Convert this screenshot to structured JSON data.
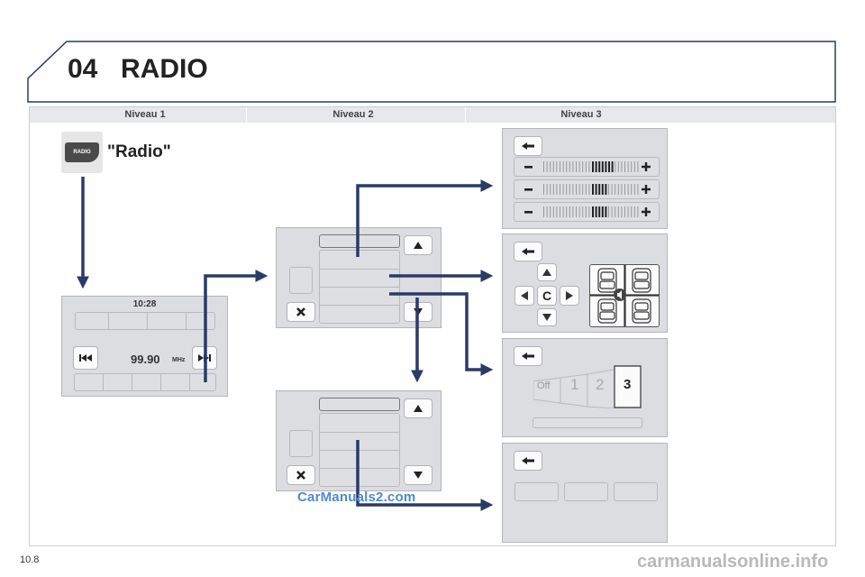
{
  "header": {
    "chapter": "04",
    "title": "RADIO"
  },
  "columns": [
    "Niveau 1",
    "Niveau 2",
    "Niveau 3"
  ],
  "level1": {
    "radio_button_label": "RADIO",
    "radio_caption": "\"Radio\"",
    "screen": {
      "clock": "10:28",
      "frequency": "99.90",
      "unit": "MHz"
    }
  },
  "level3": {
    "balance_center_label": "C",
    "level_selector": [
      "Off",
      "1",
      "2",
      "3"
    ]
  },
  "footer": {
    "page": "10.8",
    "site": "carmanualsonline.info",
    "watermark": "CarManuals2.com"
  },
  "icons": {
    "back": "back-arrow-icon",
    "plus": "plus-icon",
    "minus": "minus-icon",
    "up": "triangle-up-icon",
    "down": "triangle-down-icon",
    "left": "triangle-left-icon",
    "right": "triangle-right-icon",
    "close": "close-icon",
    "prev": "skip-previous-icon",
    "next": "skip-next-icon",
    "car_seats": "car-seats-icon",
    "speaker": "speaker-icon"
  },
  "colors": {
    "arrow": "#2b3a67",
    "frame": "#c8cdd4",
    "panel": "#dcdde0"
  }
}
